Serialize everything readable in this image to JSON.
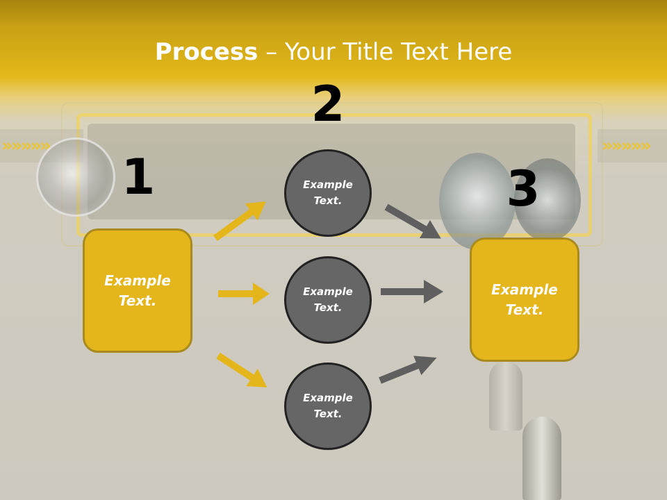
{
  "title": {
    "bold": "Process",
    "rest": " – Your Title Text Here"
  },
  "steps": [
    {
      "number": "1",
      "box_text": "Example Text."
    },
    {
      "number": "2",
      "circles": [
        "Example Text.",
        "Example Text.",
        "Example Text."
      ]
    },
    {
      "number": "3",
      "box_text": "Example Text."
    }
  ],
  "colors": {
    "accent_yellow": "#e4b61b",
    "circle_gray": "#666666",
    "arrow_gray": "#5f5f5f",
    "title_text": "#ffffff"
  },
  "decor": {
    "chevron_glyphs": "»»»»»"
  }
}
